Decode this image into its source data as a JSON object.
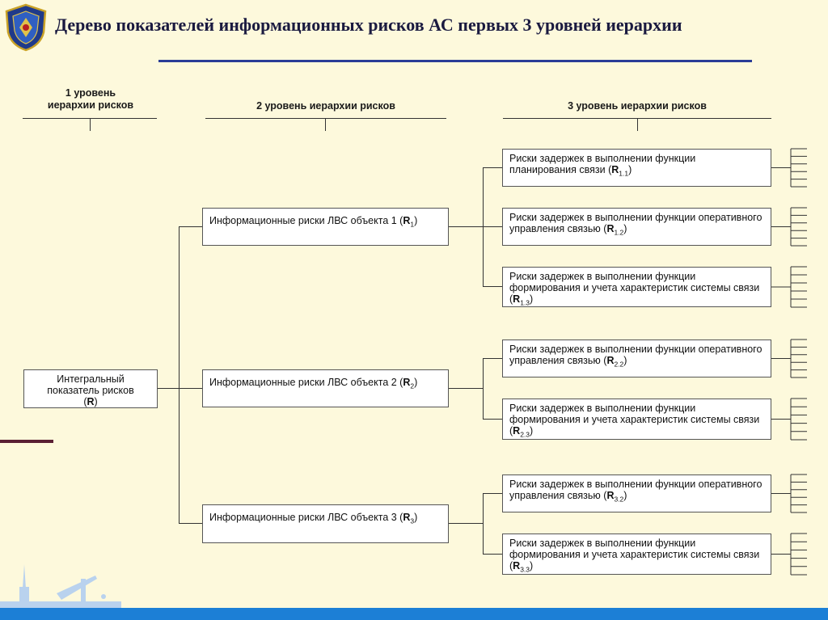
{
  "title": "Дерево показателей информационных рисков АС первых 3 уровней иерархии",
  "levels": {
    "level1": "1 уровень иерархии рисков",
    "level1_line1": "1 уровень",
    "level1_line2": "иерархии рисков",
    "level2": "2 уровень иерархии рисков",
    "level3": "3 уровень иерархии рисков"
  },
  "root": {
    "line1": "Интегральный",
    "line2": "показатель рисков",
    "sym": "R"
  },
  "level2_nodes": [
    {
      "text": "Информационные риски ЛВС объекта 1",
      "sym": "R",
      "sub": "1"
    },
    {
      "text": "Информационные риски ЛВС объекта 2",
      "sym": "R",
      "sub": "2"
    },
    {
      "text": "Информационные риски ЛВС объекта 3",
      "sym": "R",
      "sub": "3"
    }
  ],
  "level3_nodes": [
    {
      "text": "Риски задержек в выполнении функции планирования связи",
      "sym": "R",
      "sub": "1.1"
    },
    {
      "text": "Риски задержек в выполнении функции оперативного  управления связью",
      "sym": "R",
      "sub": "1.2"
    },
    {
      "text": "Риски задержек в выполнении функции формирования и учета характеристик системы связи",
      "sym": "R",
      "sub": "1.3"
    },
    {
      "text": "Риски задержек в выполнении функции оперативного  управления связью",
      "sym": "R",
      "sub": "2.2"
    },
    {
      "text": "Риски задержек в выполнении функции формирования и учета характеристик системы связи",
      "sym": "R",
      "sub": "2.3"
    },
    {
      "text": "Риски задержек в выполнении функции оперативного  управления связью",
      "sym": "R",
      "sub": "3.2"
    },
    {
      "text": "Риски задержек в выполнении функции формирования и учета характеристик системы связи",
      "sym": "R",
      "sub": "3.3"
    }
  ],
  "colors": {
    "background": "#fdf9dc",
    "title": "#1a1a40",
    "underline": "#2a3c96",
    "footer": "#1c7fd6",
    "accent": "#5a1f33"
  },
  "icons": {
    "logo": "shield-emblem-icon",
    "skyline": "city-skyline-icon"
  }
}
